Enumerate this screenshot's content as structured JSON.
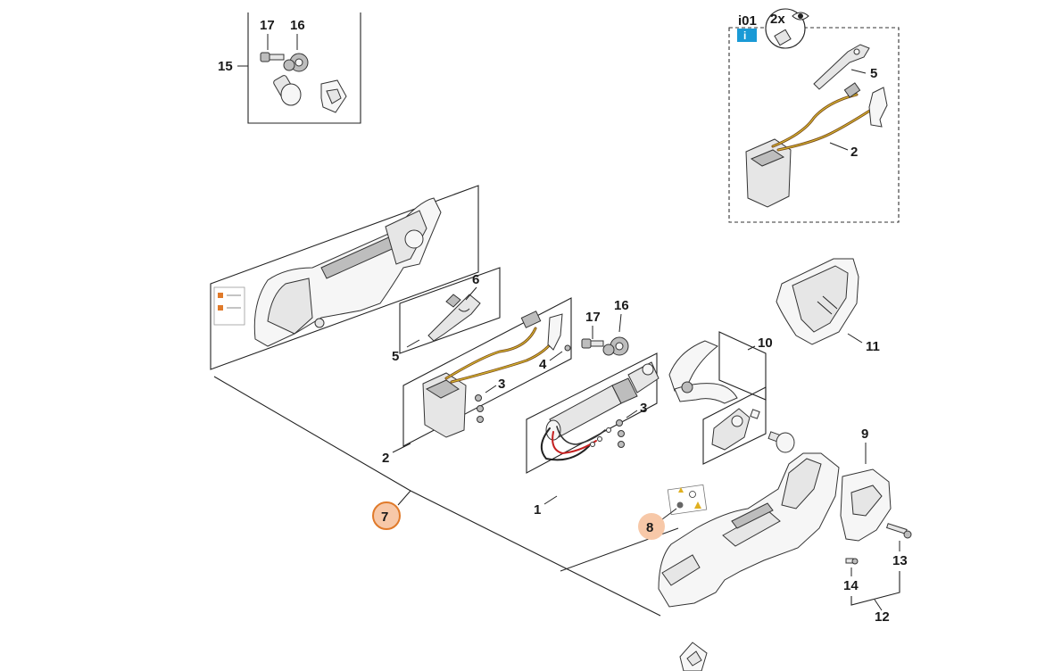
{
  "callouts": {
    "p1": "1",
    "p2": "2",
    "p2_inset": "2",
    "p3a": "3",
    "p3b": "3",
    "p4": "4",
    "p5": "5",
    "p5_inset": "5",
    "p6": "6",
    "p7": "7",
    "p8": "8",
    "p9": "9",
    "p10": "10",
    "p11": "11",
    "p12": "12",
    "p13": "13",
    "p14": "14",
    "p15": "15",
    "p16a": "16",
    "p16b": "16",
    "p17a": "17",
    "p17b": "17"
  },
  "inset": {
    "info_code": "i01",
    "info_icon": "i",
    "quantity": "2x"
  },
  "colors": {
    "highlight_fill": "#f7c8a8",
    "highlight_stroke": "#e07a2a",
    "info_blue": "#1a9ad6",
    "wire_brown": "#7a4a1a",
    "wire_red": "#c42020",
    "wire_yellow": "#d8b830"
  }
}
